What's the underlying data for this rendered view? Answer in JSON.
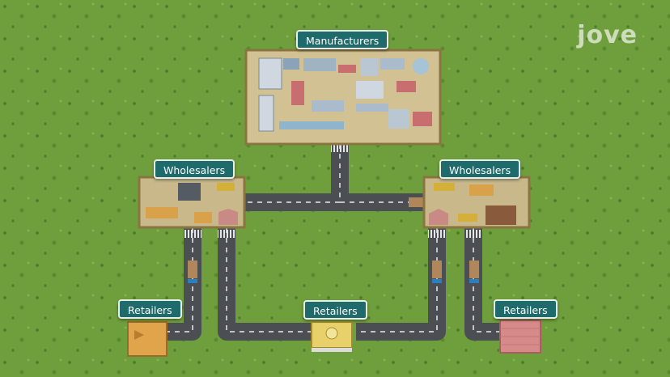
{
  "logo": {
    "text": "jove"
  },
  "nodes": {
    "manufacturers": {
      "label": "Manufacturers"
    },
    "wholesaler_left": {
      "label": "Wholesalers"
    },
    "wholesaler_right": {
      "label": "Wholesalers"
    },
    "retailer_left": {
      "label": "Retailers"
    },
    "retailer_center": {
      "label": "Retailers"
    },
    "retailer_right": {
      "label": "Retailers"
    }
  },
  "colors": {
    "grass": "#6f9e3c",
    "road": "#4b4f54",
    "label_bg": "#1f6b6b",
    "lot": "#c8b88a"
  }
}
